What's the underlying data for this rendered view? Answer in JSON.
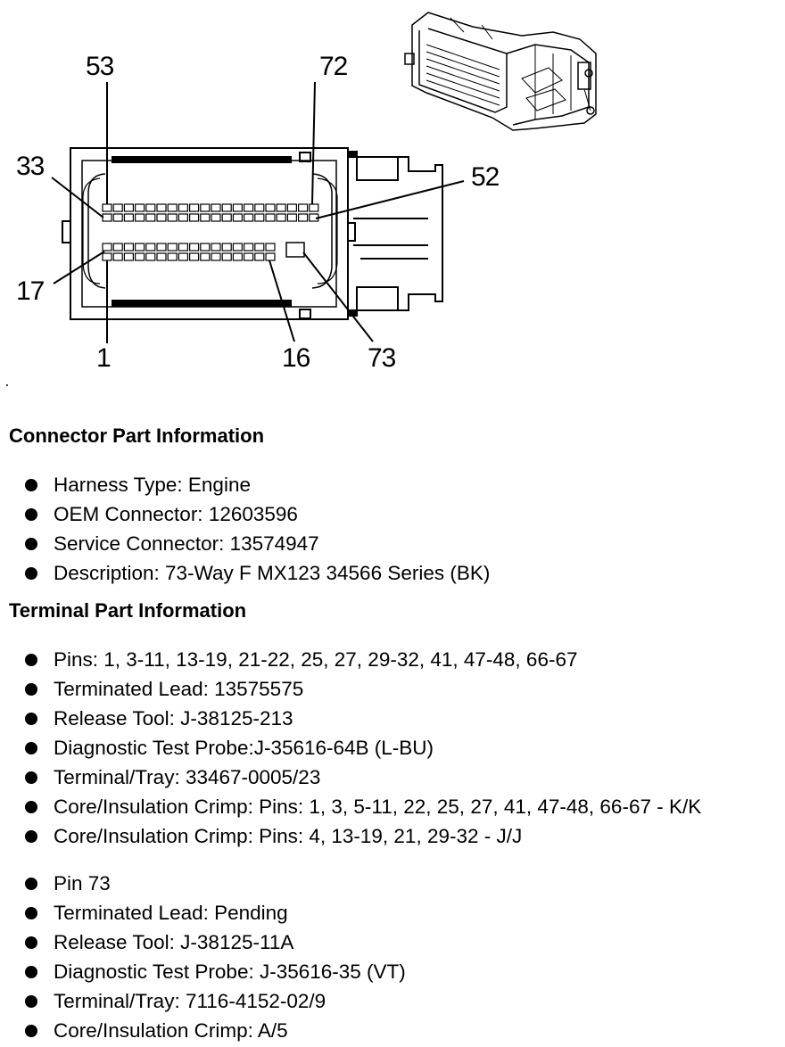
{
  "diagram": {
    "pin_labels": {
      "p53": "53",
      "p72": "72",
      "p33": "33",
      "p52": "52",
      "p17": "17",
      "p1": "1",
      "p16": "16",
      "p73": "73"
    }
  },
  "connector_section": {
    "heading": "Connector Part Information",
    "items": [
      "Harness Type: Engine",
      "OEM Connector: 12603596",
      "Service Connector: 13574947",
      "Description: 73-Way F MX123 34566 Series (BK)"
    ]
  },
  "terminal_section": {
    "heading": "Terminal Part Information",
    "group1": [
      "Pins: 1, 3-11, 13-19, 21-22, 25, 27, 29-32, 41, 47-48, 66-67",
      "Terminated Lead: 13575575",
      "Release Tool: J-38125-213",
      "Diagnostic Test Probe:J-35616-64B (L-BU)",
      "Terminal/Tray: 33467-0005/23",
      "Core/Insulation Crimp: Pins: 1, 3, 5-11, 22, 25, 27, 41, 47-48, 66-67 - K/K",
      "Core/Insulation Crimp: Pins: 4, 13-19, 21, 29-32 - J/J"
    ],
    "group2": [
      "Pin 73",
      "Terminated Lead: Pending",
      "Release Tool: J-38125-11A",
      "Diagnostic Test Probe: J-35616-35 (VT)",
      "Terminal/Tray: 7116-4152-02/9",
      "Core/Insulation Crimp: A/5"
    ]
  }
}
